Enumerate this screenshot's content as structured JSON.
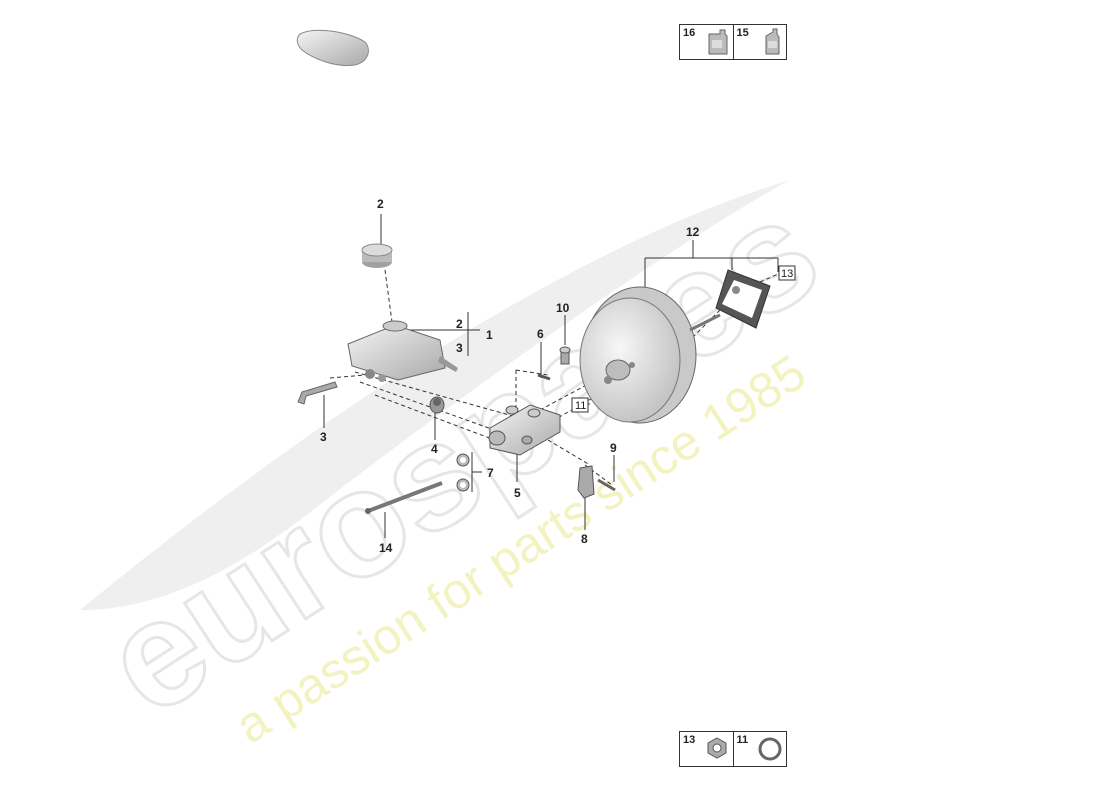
{
  "watermark": {
    "brand": "eurospares",
    "tagline": "a passion for parts since 1985"
  },
  "ref_boxes": {
    "top": [
      {
        "num": "16",
        "icon": "oil-canister-large-icon"
      },
      {
        "num": "15",
        "icon": "oil-bottle-icon"
      }
    ],
    "bottom": [
      {
        "num": "13",
        "icon": "hex-nut-icon"
      },
      {
        "num": "11",
        "icon": "seal-ring-icon"
      }
    ]
  },
  "callouts": {
    "c1": "1",
    "c2": "2",
    "c2b": "2",
    "c3": "3",
    "c3b": "3",
    "c4": "4",
    "c5": "5",
    "c6": "6",
    "c7": "7",
    "c8": "8",
    "c9": "9",
    "c10": "10",
    "c12": "12",
    "c14": "14",
    "boxed11": "11",
    "boxed13": "13"
  },
  "colors": {
    "part_fill": "#e4e4e4",
    "part_stroke": "#555555",
    "watermark_grey": "#e9e9e9",
    "watermark_yellow": "#f2f2b8",
    "line": "#333333"
  }
}
